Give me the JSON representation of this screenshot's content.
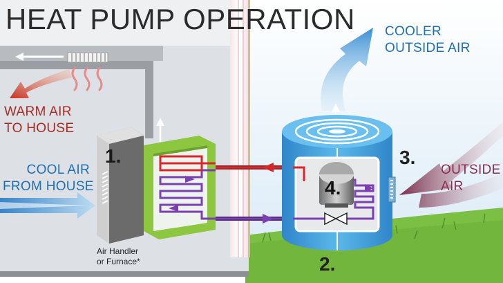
{
  "title": "HEAT PUMP OPERATION",
  "labels": {
    "cooler_line1": "COOLER",
    "cooler_line2": "OUTSIDE AIR",
    "warm_line1": "WARM AIR",
    "warm_line2": "TO HOUSE",
    "cool_line1": "COOL AIR",
    "cool_line2": "FROM HOUSE",
    "outside_line1": "OUTSIDE",
    "outside_line2": "AIR",
    "air_handler_line1": "Air Handler",
    "air_handler_line2": "or Furnace*"
  },
  "numbers": {
    "n1": "1.",
    "n2": "2.",
    "n3": "3.",
    "n4": "4."
  },
  "colors": {
    "warm": "#a72a25",
    "cool": "#1f6fb3",
    "refrigerant_hot": "#d9262a",
    "refrigerant_cold": "#7a3fb0",
    "indoor_coil": "#7fc241",
    "outdoor_unit": "#4aa8e0",
    "grass": "#7cbf45"
  }
}
